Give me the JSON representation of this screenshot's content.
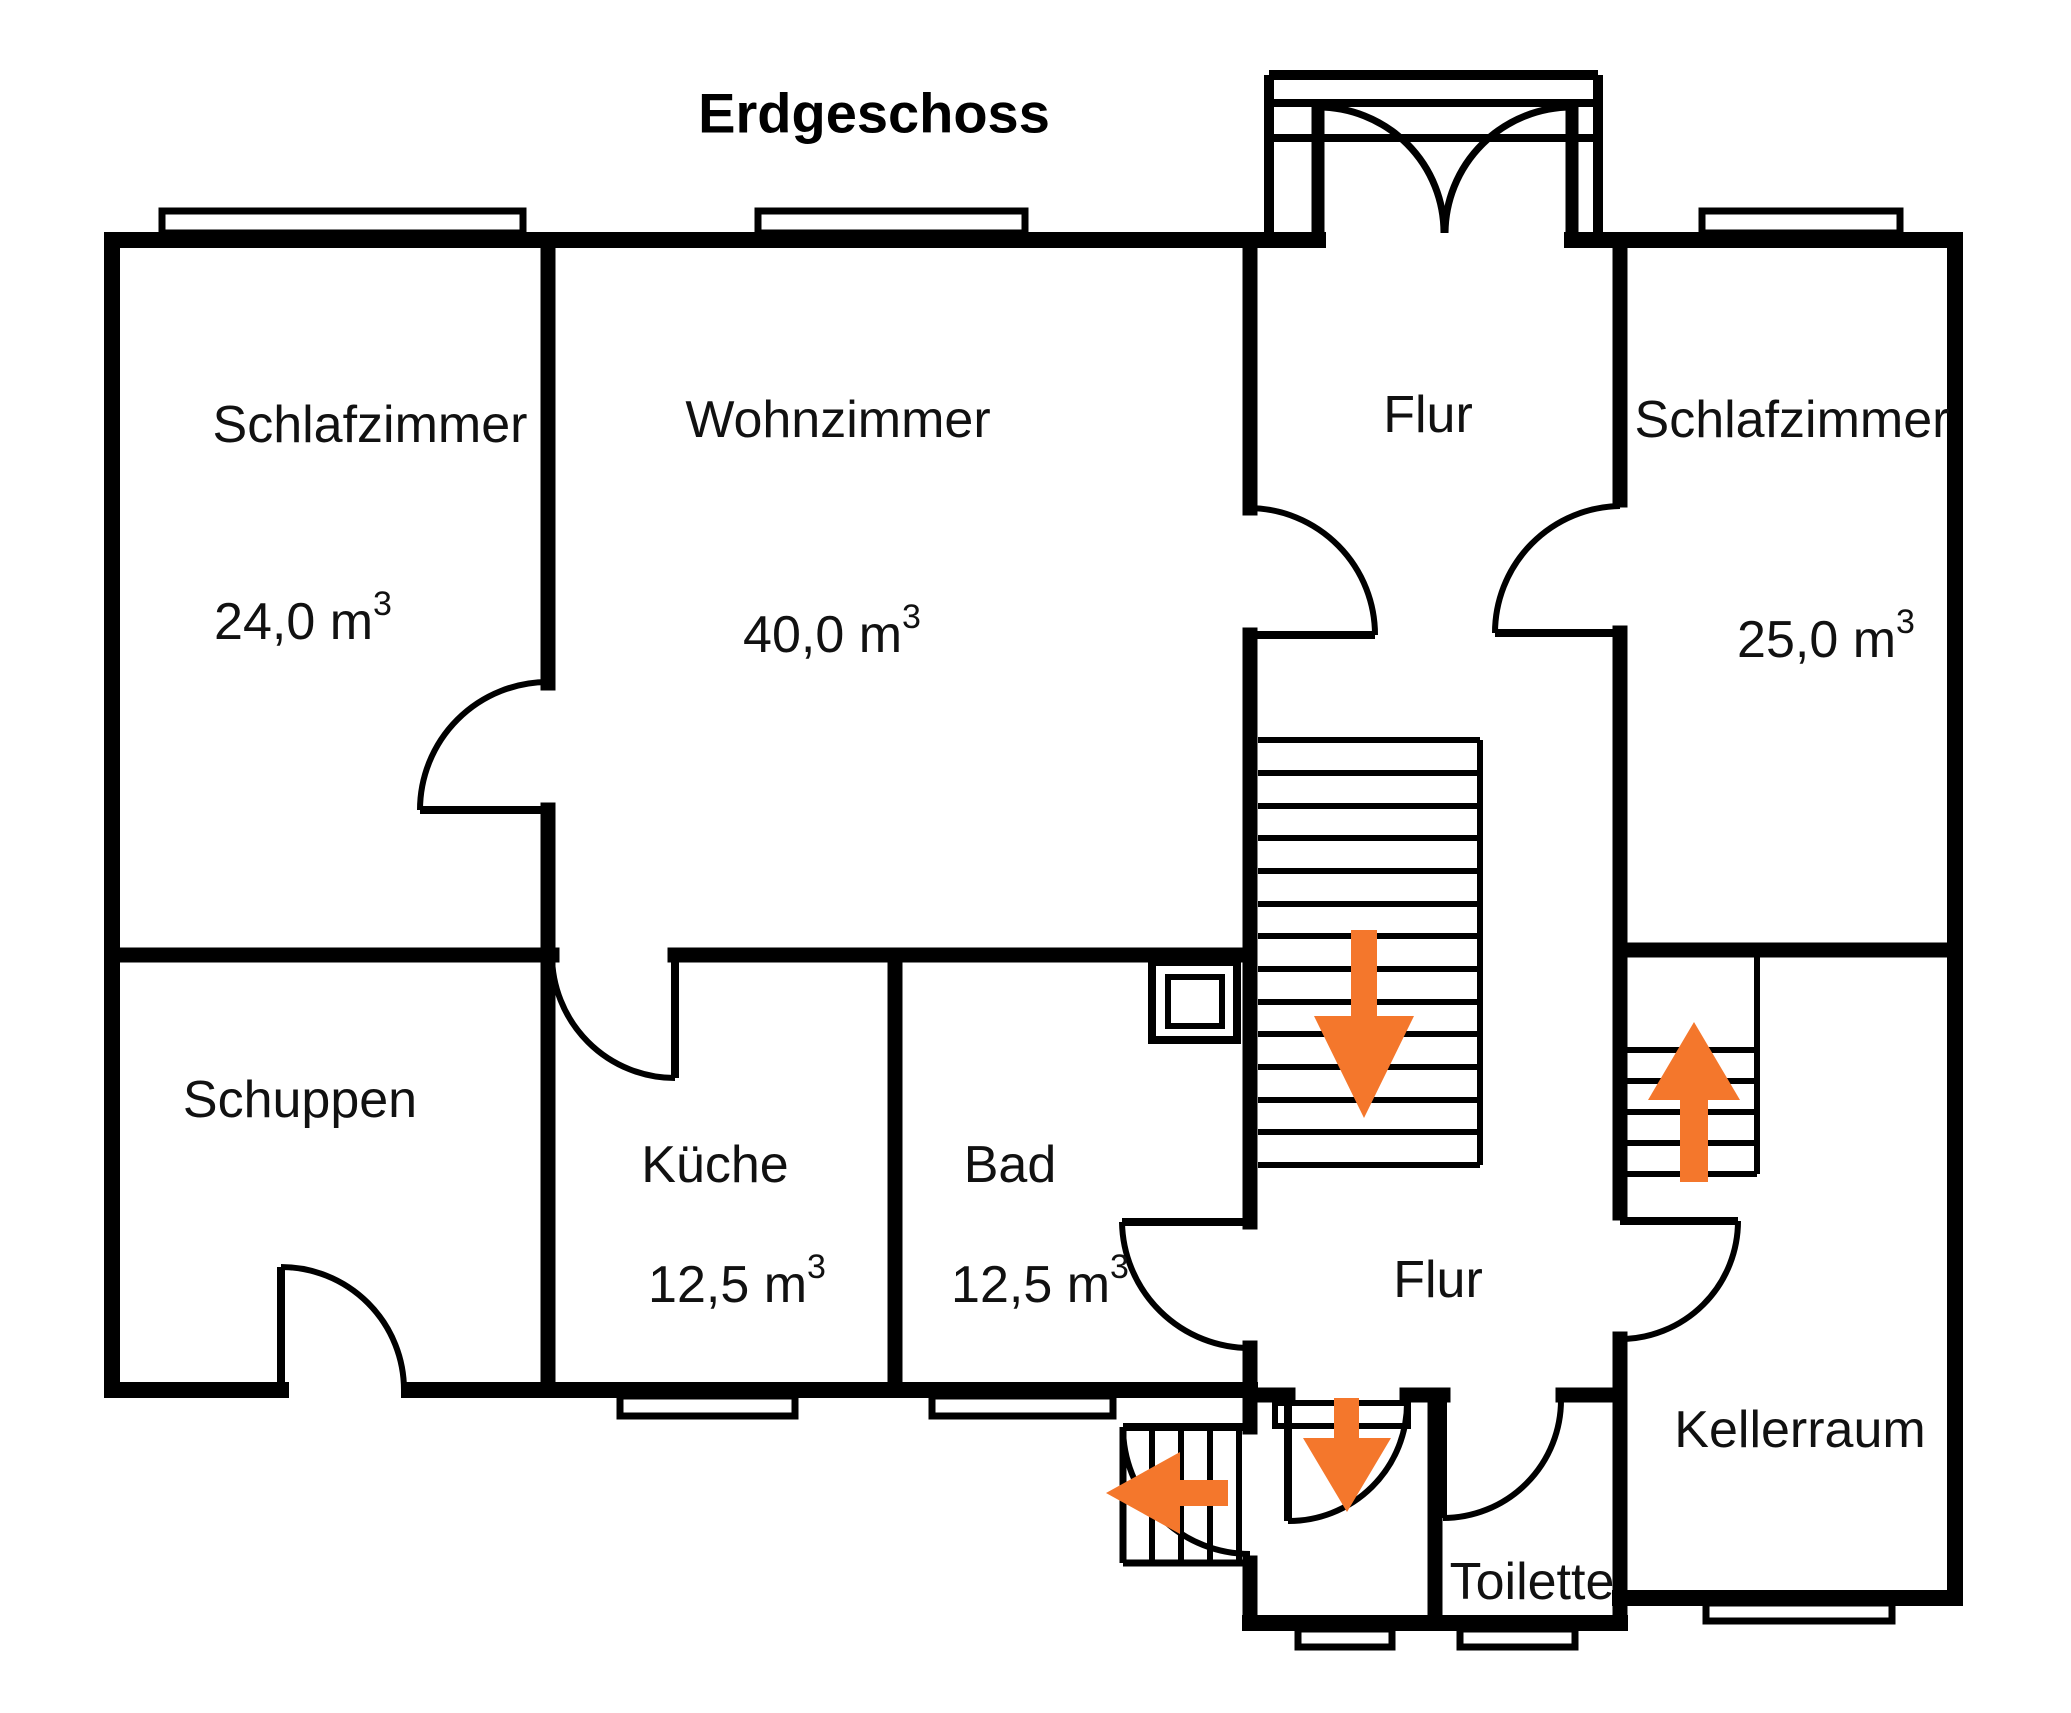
{
  "title": "Erdgeschoss",
  "colors": {
    "wall": "#000000",
    "arrow_orange": "#f4772c",
    "background": "#ffffff",
    "text": "#111111"
  },
  "rooms": [
    {
      "label": "Schlafzimmer",
      "volume_text": "24,0 m",
      "volume_sup": "3"
    },
    {
      "label": "Wohnzimmer",
      "volume_text": "40,0 m",
      "volume_sup": "3"
    },
    {
      "label": "Flur"
    },
    {
      "label": "Schlafzimmer",
      "volume_text": "25,0 m",
      "volume_sup": "3"
    },
    {
      "label": "Schuppen"
    },
    {
      "label": "Küche",
      "volume_text": "12,5 m",
      "volume_sup": "3"
    },
    {
      "label": "Bad",
      "volume_text": "12,5 m",
      "volume_sup": "3"
    },
    {
      "label": "Flur"
    },
    {
      "label": "Kellerraum"
    },
    {
      "label": "Toilette"
    }
  ],
  "arrows": [
    {
      "name": "main-staircase",
      "direction": "down"
    },
    {
      "name": "cellar-stairs",
      "direction": "up"
    },
    {
      "name": "vestibule",
      "direction": "down"
    },
    {
      "name": "exterior-stairs",
      "direction": "left"
    }
  ]
}
